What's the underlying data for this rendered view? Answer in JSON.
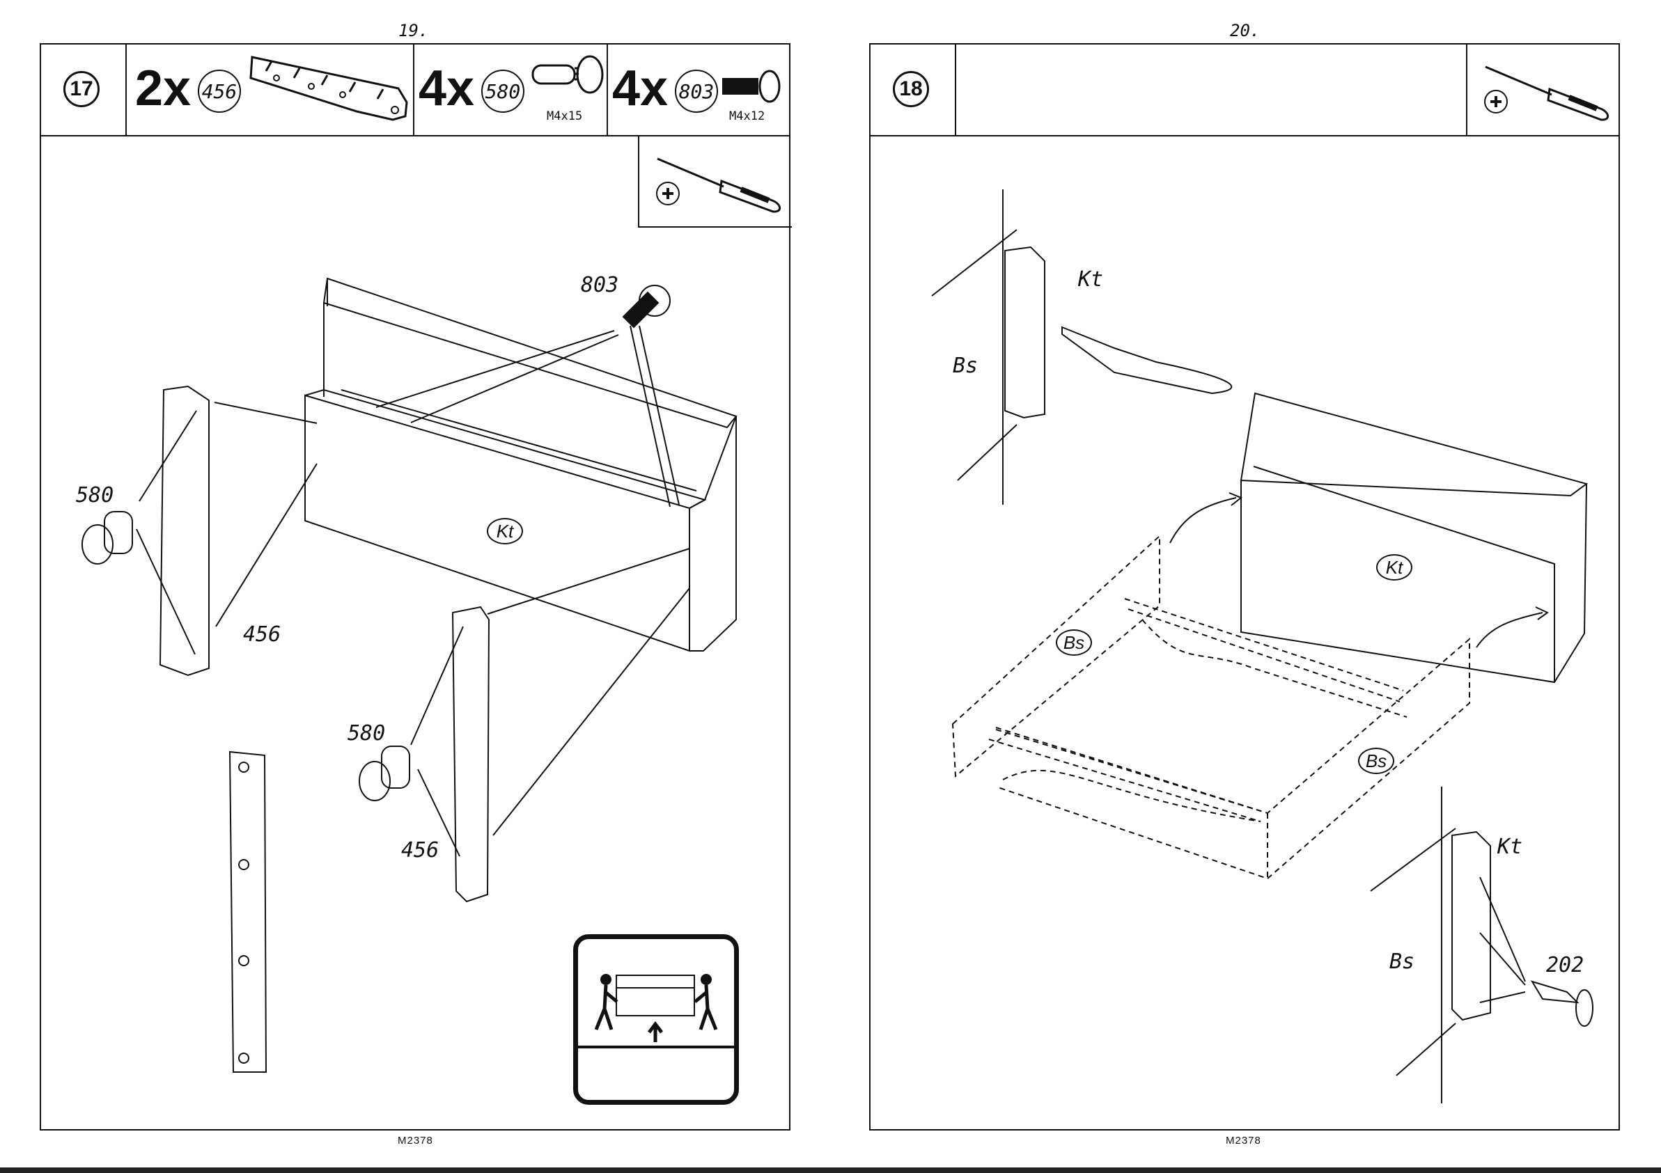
{
  "left": {
    "page_number": "19.",
    "step": "17",
    "parts": [
      {
        "qty": "2x",
        "part": "456"
      },
      {
        "qty": "4x",
        "part": "580",
        "size": "M4x15"
      },
      {
        "qty": "4x",
        "part": "803",
        "size": "M4x12"
      }
    ],
    "callouts": {
      "screw": "803",
      "dowel_left": "580",
      "plate_left": "456",
      "dowel_right": "580",
      "plate_right": "456",
      "panel": "Kt"
    },
    "footer": "M2378"
  },
  "right": {
    "page_number": "20.",
    "step": "18",
    "callouts": {
      "kt_top": "Kt",
      "bs_top": "Bs",
      "panel": "Kt",
      "bs_left": "Bs",
      "bs_right": "Bs",
      "kt_bottom": "Kt",
      "bs_bottom": "Bs",
      "screw": "202"
    },
    "footer": "M2378"
  }
}
